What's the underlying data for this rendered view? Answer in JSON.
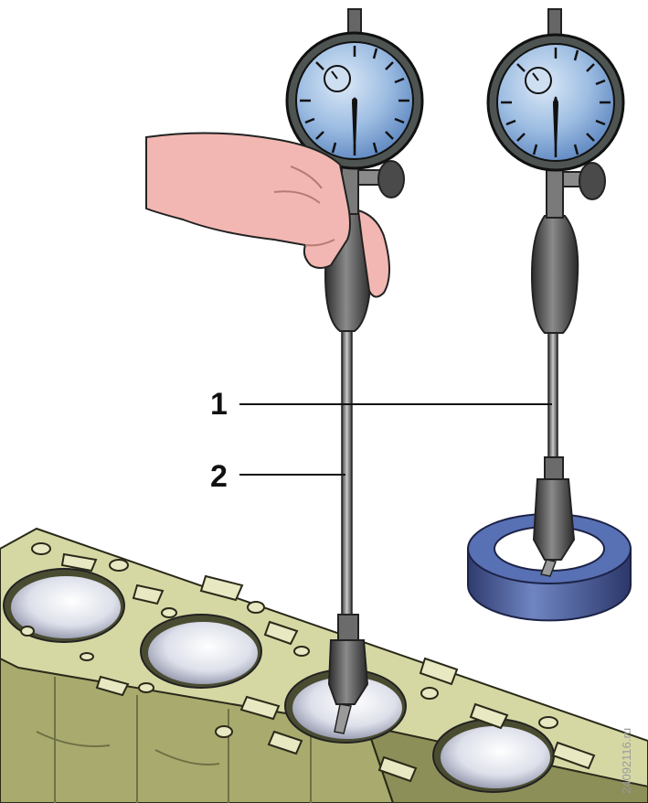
{
  "callouts": [
    {
      "number": "1"
    },
    {
      "number": "2"
    }
  ],
  "watermark": "24092116.ru",
  "colors": {
    "block_face": "#d6d8a4",
    "block_side": "#a9ab6e",
    "block_shadow": "#7f8152",
    "dial_face": "#8fb2da",
    "dial_bezel": "#4e5452",
    "handle": "#4a4a4a",
    "hand": "#f2b7b2",
    "ring": "#3f4f8a",
    "leader_line": "#111111"
  }
}
